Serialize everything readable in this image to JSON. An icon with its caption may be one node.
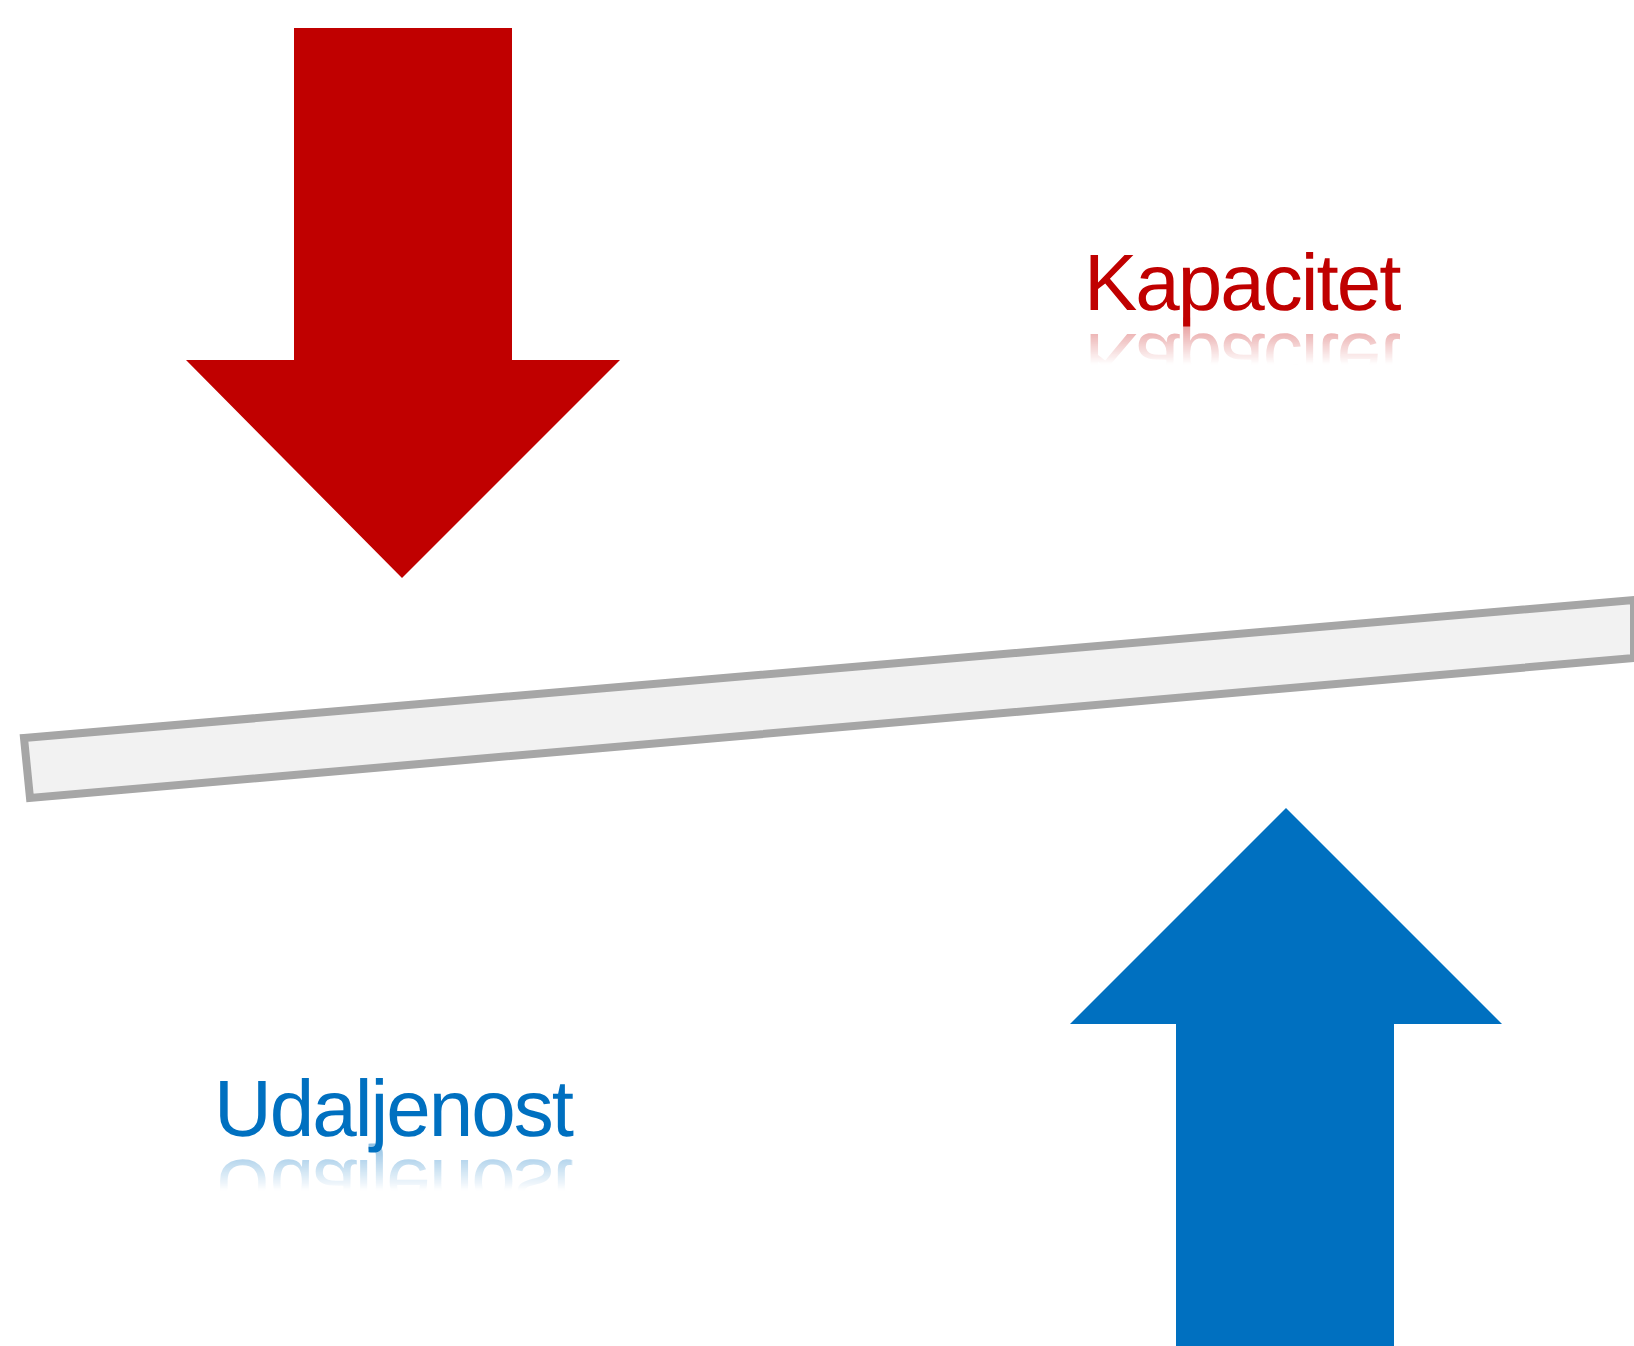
{
  "diagram": {
    "nodes": [
      {
        "text": [],
        "shape": "bar"
      }
    ],
    "labels": [
      "Kapacitet",
      "Udaljenost"
    ]
  }
}
